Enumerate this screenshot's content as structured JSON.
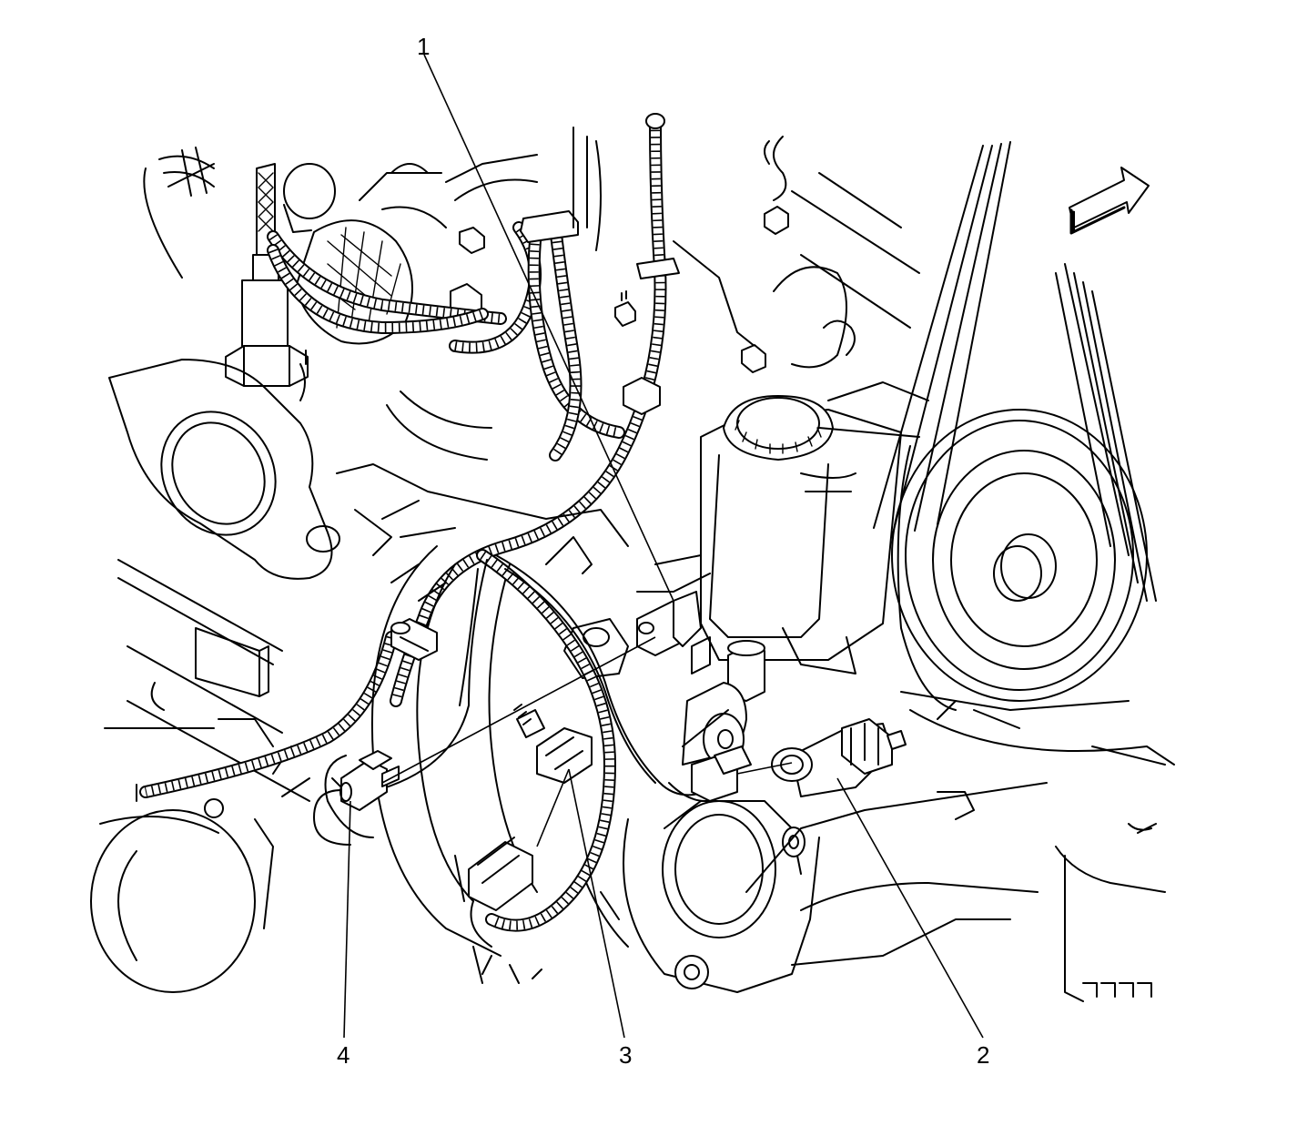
{
  "diagram": {
    "callouts": [
      {
        "id": "1",
        "label": "1"
      },
      {
        "id": "2",
        "label": "2"
      },
      {
        "id": "3",
        "label": "3"
      },
      {
        "id": "4",
        "label": "4"
      }
    ],
    "colors": {
      "line": "#000000",
      "background": "#ffffff"
    },
    "icons": {
      "direction_arrow": "forward-arrow-icon"
    }
  }
}
